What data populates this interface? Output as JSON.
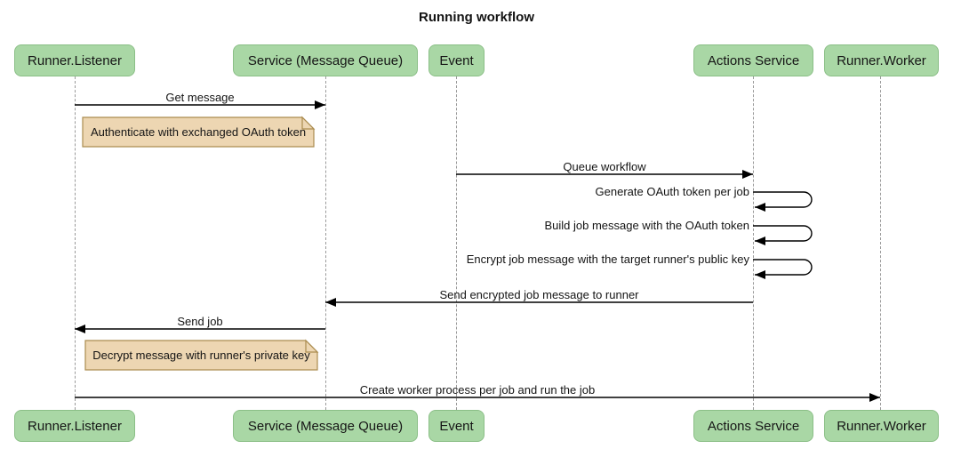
{
  "title": "Running workflow",
  "actors": [
    {
      "id": "runner-listener",
      "label": "Runner.Listener"
    },
    {
      "id": "service-message-queue",
      "label": "Service (Message Queue)"
    },
    {
      "id": "event",
      "label": "Event"
    },
    {
      "id": "actions-service",
      "label": "Actions Service"
    },
    {
      "id": "runner-worker",
      "label": "Runner.Worker"
    }
  ],
  "messages": [
    {
      "label": "Get message",
      "from": "Runner.Listener",
      "to": "Service (Message Queue)",
      "self": false
    },
    {
      "label": "Queue workflow",
      "from": "Event",
      "to": "Actions Service",
      "self": false
    },
    {
      "label": "Generate OAuth token per job",
      "from": "Actions Service",
      "to": "Actions Service",
      "self": true
    },
    {
      "label": "Build job message with the OAuth token",
      "from": "Actions Service",
      "to": "Actions Service",
      "self": true
    },
    {
      "label": "Encrypt job message with the target runner's public key",
      "from": "Actions Service",
      "to": "Actions Service",
      "self": true
    },
    {
      "label": "Send encrypted job message to runner",
      "from": "Actions Service",
      "to": "Service (Message Queue)",
      "self": false
    },
    {
      "label": "Send job",
      "from": "Service (Message Queue)",
      "to": "Runner.Listener",
      "self": false
    },
    {
      "label": "Create worker process per job and run the job",
      "from": "Runner.Listener",
      "to": "Runner.Worker",
      "self": false
    }
  ],
  "notes": [
    {
      "label": "Authenticate with exchanged OAuth token",
      "over": "Runner.Listener"
    },
    {
      "label": "Decrypt message with runner's private key",
      "over": "Runner.Listener"
    }
  ],
  "colors": {
    "actor_fill": "#a9d7a5",
    "actor_border": "#8bbf87",
    "note_fill": "#edd6b2",
    "note_border": "#ab8c4f",
    "lifeline": "#9a9a9a",
    "arrow": "#000000",
    "text": "#141414",
    "background": "#ffffff"
  }
}
